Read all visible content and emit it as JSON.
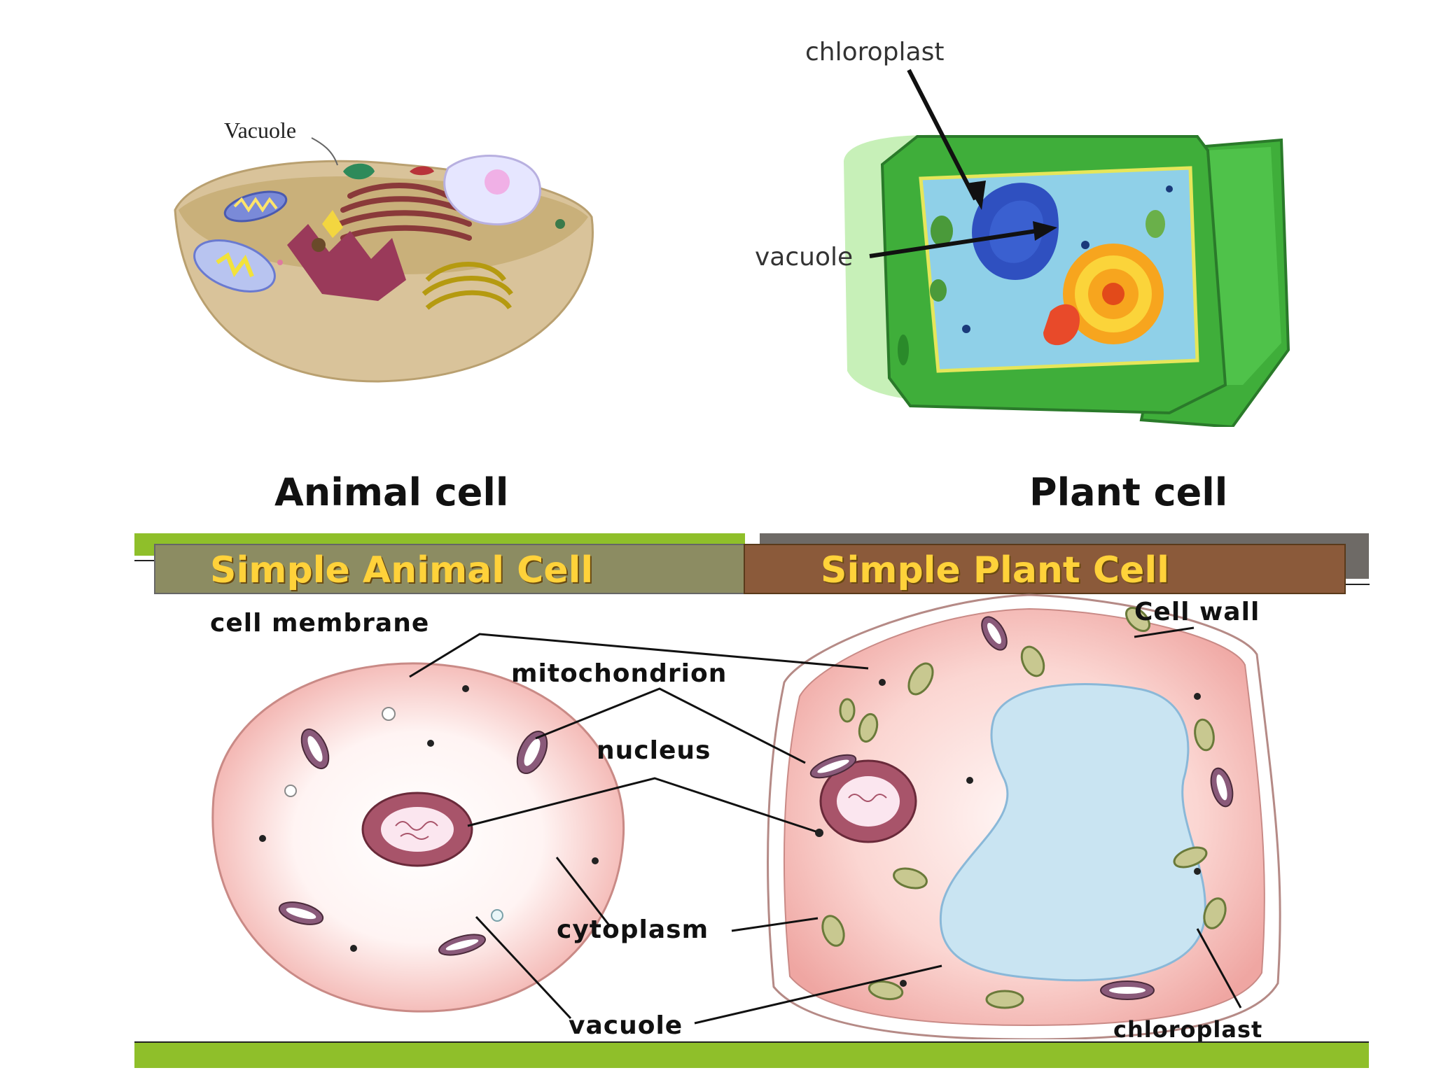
{
  "top": {
    "animal": {
      "caption": "Animal cell",
      "vacuole_label": "Vacuole"
    },
    "plant": {
      "caption": "Plant cell",
      "chloroplast_label": "chloroplast",
      "vacuole_label": "vacuole"
    }
  },
  "bottom": {
    "header": {
      "animal_title": "Simple Animal Cell",
      "plant_title": "Simple Plant Cell"
    },
    "labels": {
      "cell_membrane": "cell membrane",
      "mitochondrion": "mitochondrion",
      "nucleus": "nucleus",
      "cytoplasm": "cytoplasm",
      "vacuole": "vacuole",
      "cell_wall": "Cell wall",
      "chloroplast": "chloroplast"
    }
  },
  "colors": {
    "green_band": "#8fbf2a",
    "olive_header": "#8c8c62",
    "brown_header": "#8b5a3a",
    "banner_text": "#ffd23a",
    "cell_pink": "#f2b0ac",
    "vacuole_blue": "#cfe6f3",
    "wall_green": "#3fae3a"
  }
}
